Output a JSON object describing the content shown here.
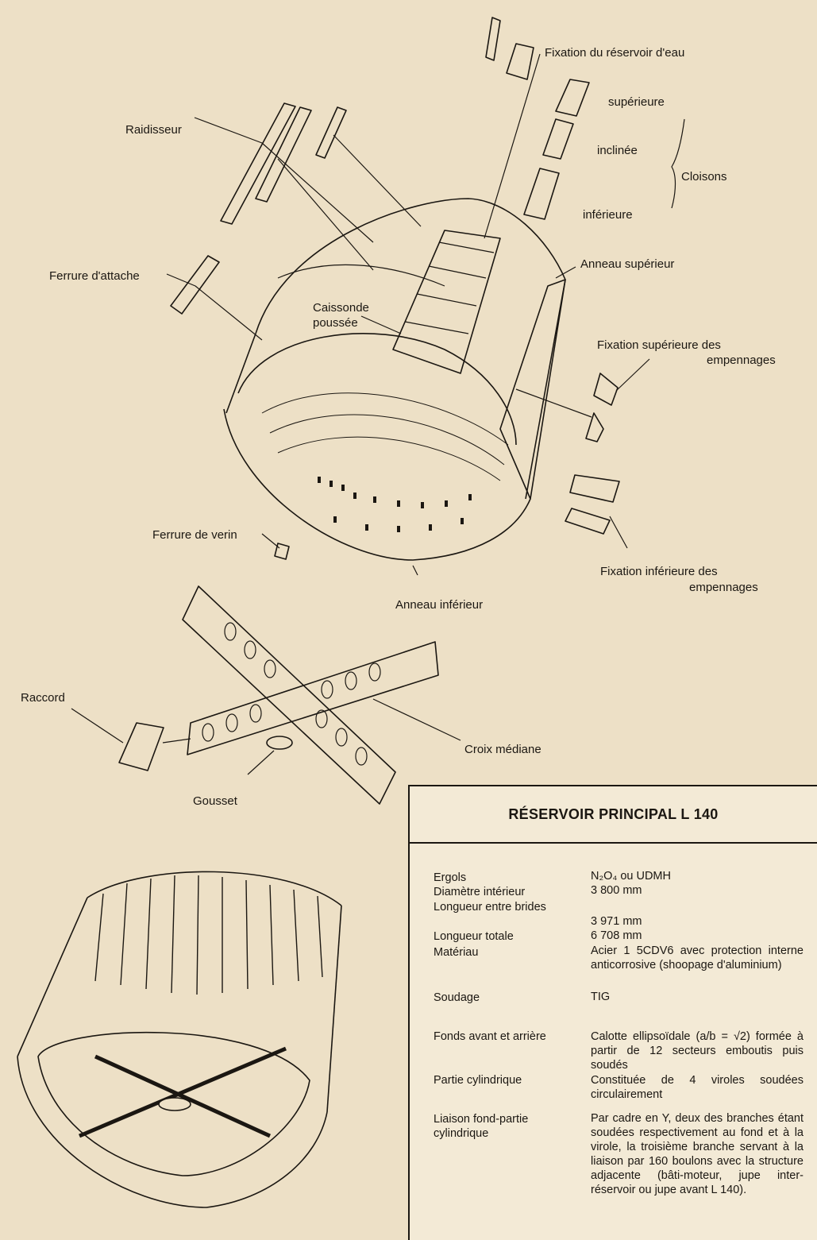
{
  "labels": {
    "fixation_reservoir": "Fixation du réservoir d'eau",
    "superieure": "supérieure",
    "inclinee": "inclinée",
    "inferieure": "inférieure",
    "cloisons": "Cloisons",
    "raidisseur": "Raidisseur",
    "anneau_superieur": "Anneau supérieur",
    "ferrure_attache": "Ferrure d'attache",
    "caisson_line1": "Caissonde",
    "caisson_line2": "poussée",
    "fix_sup_emp_line1": "Fixation supérieure des",
    "fix_sup_emp_line2": "empennages",
    "ferrure_verin": "Ferrure de verin",
    "fix_inf_emp_line1": "Fixation inférieure des",
    "fix_inf_emp_line2": "empennages",
    "anneau_inferieur": "Anneau inférieur",
    "raccord": "Raccord",
    "croix_mediane": "Croix médiane",
    "gousset": "Gousset"
  },
  "spec_table": {
    "title": "RÉSERVOIR PRINCIPAL L 140",
    "rows": [
      {
        "key": "Ergols",
        "value": "N₂O₄ ou UDMH"
      },
      {
        "key": "Diamètre intérieur",
        "value": "3 800 mm"
      },
      {
        "key": "Longueur entre brides",
        "value": "3 971 mm"
      },
      {
        "key": "Longueur totale",
        "value": "6 708 mm"
      },
      {
        "key": "Matériau",
        "value": "Acier 1 5CDV6 avec protection interne anticorrosive (shoopage d'aluminium)"
      },
      {
        "key": "Soudage",
        "value": "TIG"
      },
      {
        "key": "Fonds avant et arrière",
        "value": "Calotte ellipsoïdale (a/b = √2) formée à partir de 12 secteurs emboutis puis soudés"
      },
      {
        "key": "Partie cylindrique",
        "value": "Constituée de 4 viroles soudées circulairement"
      },
      {
        "key": "Liaison fond-partie cylindrique",
        "value": "Par cadre en Y, deux des branches étant soudées respectivement au fond et à la virole, la troisième branche servant à la liaison par 160 boulons avec la structure adjacente (bâti-moteur, jupe inter-réservoir ou jupe avant L 140)."
      }
    ]
  }
}
